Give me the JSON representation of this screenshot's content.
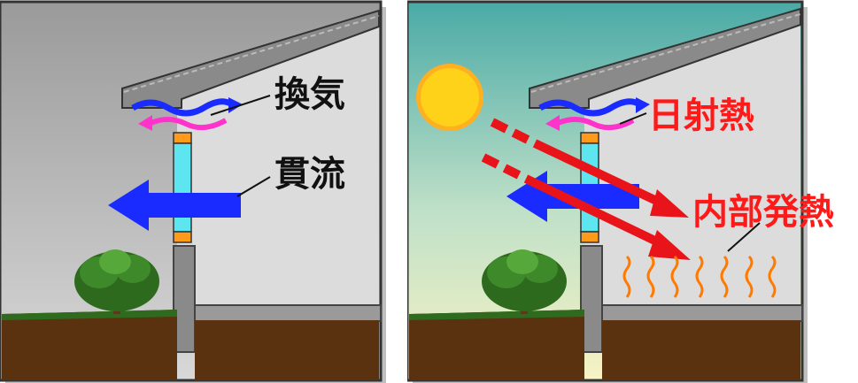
{
  "left_panel": {
    "labels": {
      "ventilation": "換気",
      "transmission": "貫流"
    }
  },
  "right_panel": {
    "labels": {
      "solar_heat": "日射熱",
      "internal_heat": "内部発熱"
    }
  },
  "colors": {
    "black_label": "#111111",
    "red_label": "#ff1a1a",
    "flow_blue": "#1a2bff",
    "flow_magenta": "#ff33cc",
    "ray_red": "#e8141a",
    "heat_orange": "#ff7a00",
    "ground_brown": "#5a3210",
    "sun_yellow": "#ffd21a"
  }
}
